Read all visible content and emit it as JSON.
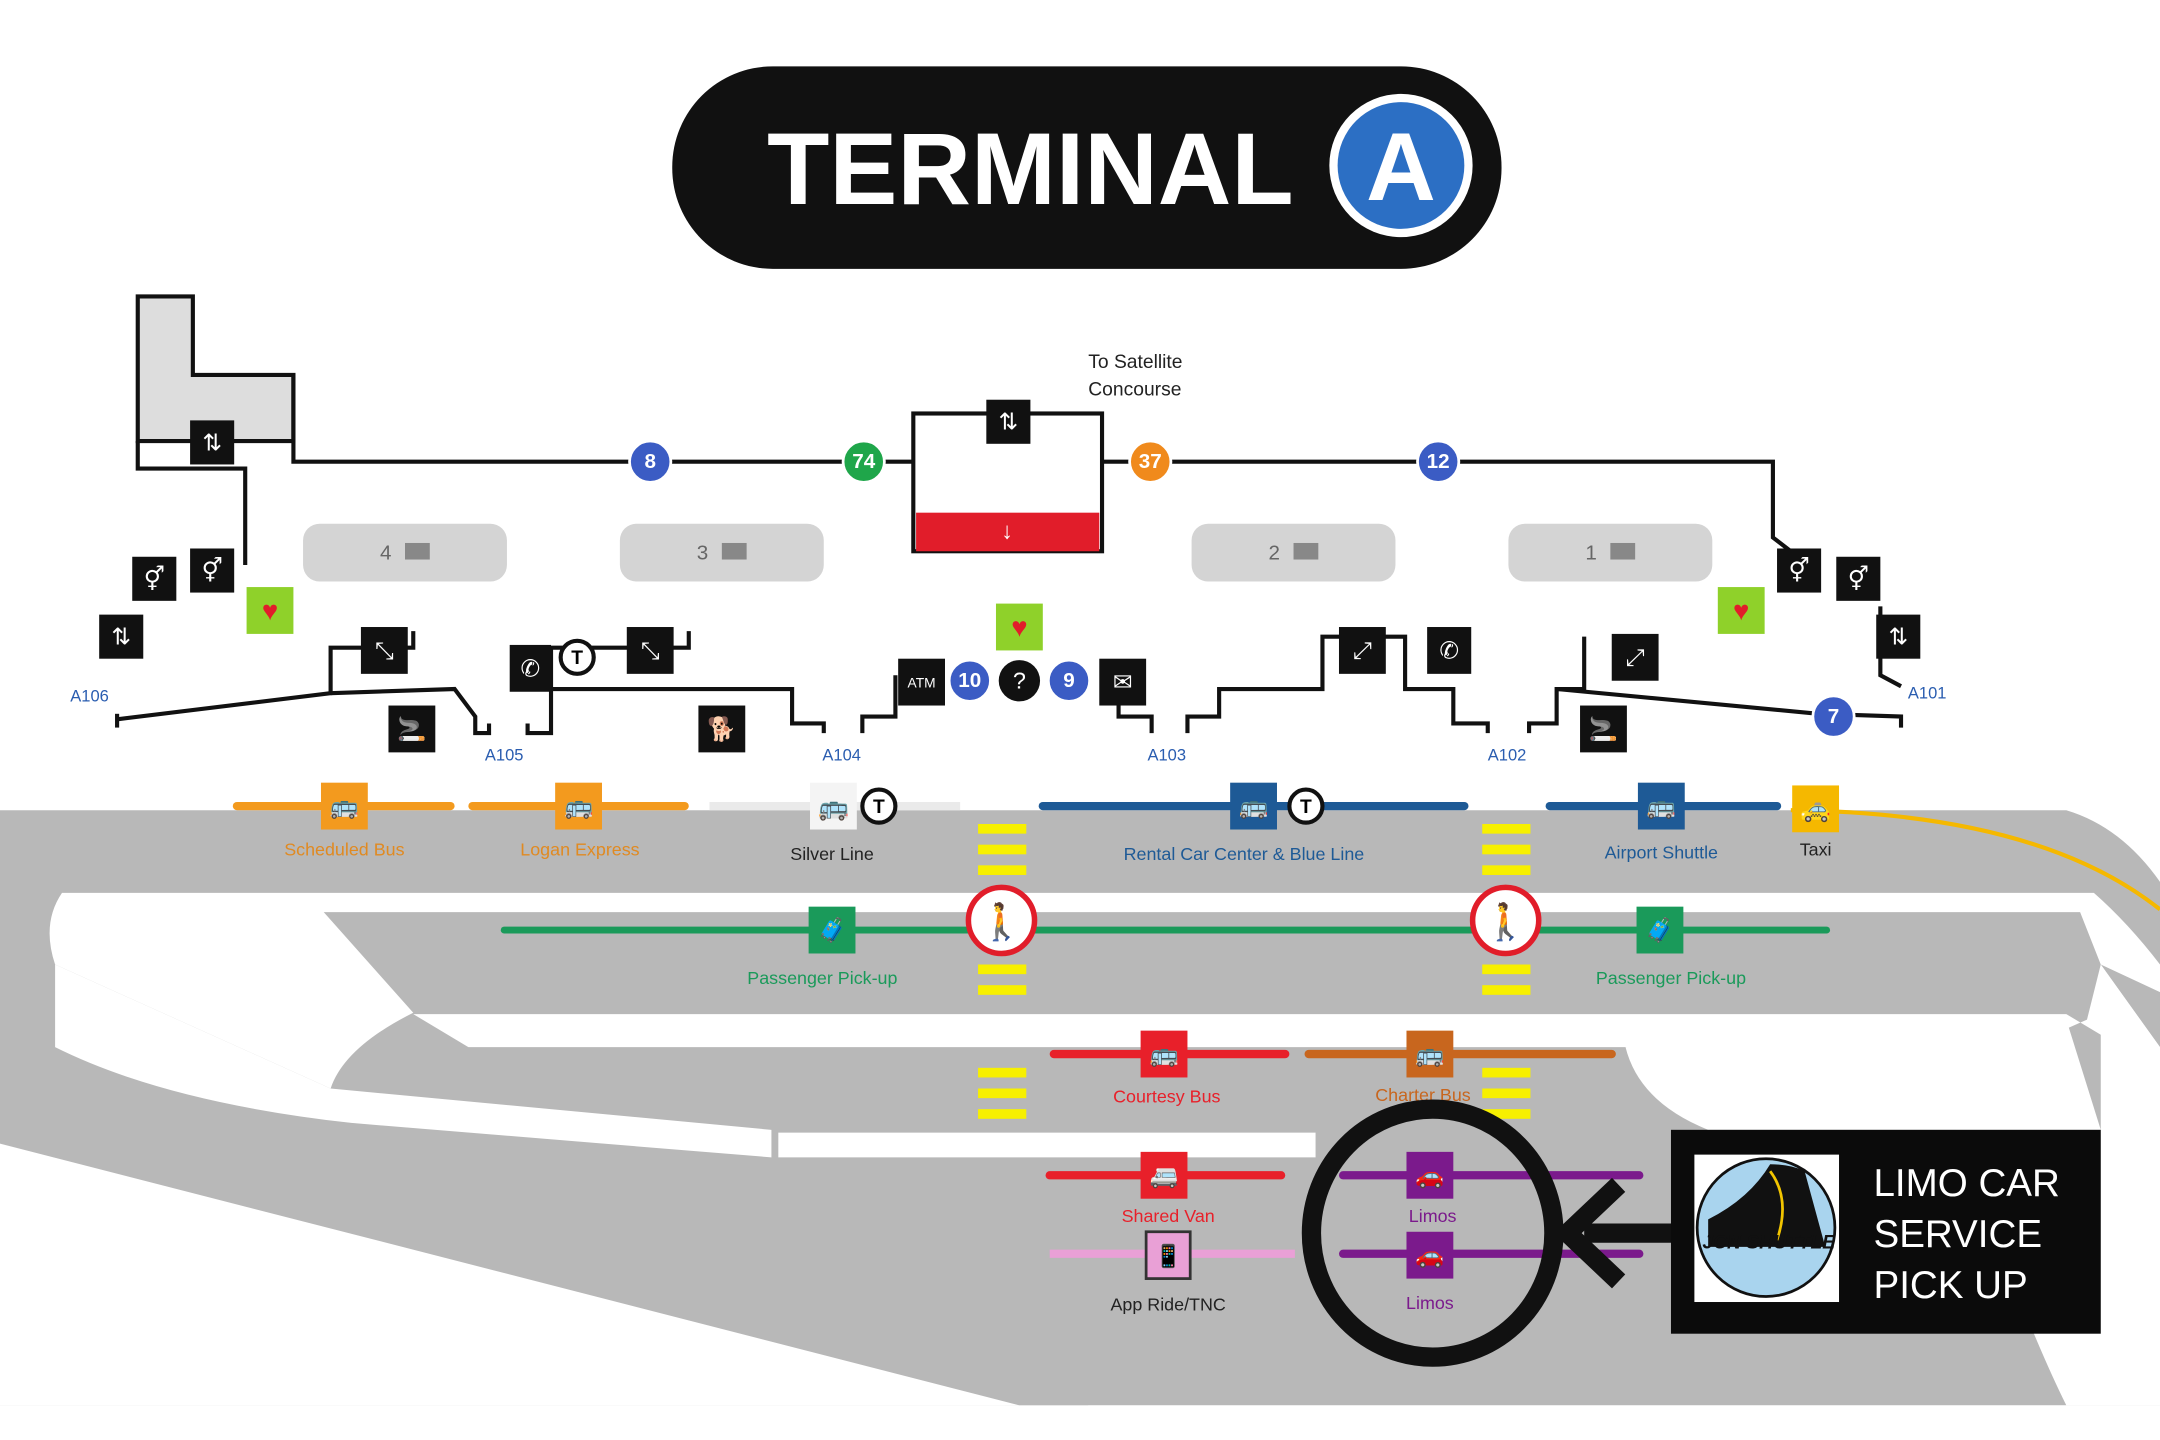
{
  "header": {
    "title": "TERMINAL",
    "letter": "A"
  },
  "concourse_note": {
    "line1": "To Satellite",
    "line2": "Concourse"
  },
  "gate_markers": [
    {
      "label": "8",
      "color": "#3b5cc4"
    },
    {
      "label": "74",
      "color": "#1fa64a"
    },
    {
      "label": "37",
      "color": "#f08a1c"
    },
    {
      "label": "12",
      "color": "#3b5cc4"
    },
    {
      "label": "10",
      "color": "#3b5cc4"
    },
    {
      "label": "9",
      "color": "#3b5cc4"
    },
    {
      "label": "7",
      "color": "#3b5cc4"
    }
  ],
  "baggage_claims": [
    "4",
    "3",
    "2",
    "1"
  ],
  "doors": [
    "A106",
    "A105",
    "A104",
    "A103",
    "A102",
    "A101"
  ],
  "curb_stops": {
    "scheduled_bus": "Scheduled Bus",
    "logan_express": "Logan Express",
    "silver_line": "Silver Line",
    "rental_car": "Rental Car Center & Blue Line",
    "airport_shuttle": "Airport Shuttle",
    "taxi": "Taxi",
    "pickup_left": "Passenger Pick-up",
    "pickup_right": "Passenger Pick-up",
    "courtesy_bus": "Courtesy Bus",
    "charter_bus": "Charter Bus",
    "shared_van": "Shared Van",
    "app_ride": "App Ride/TNC",
    "limos_1": "Limos",
    "limos_2": "Limos"
  },
  "callout": {
    "line1": "LIMO CAR",
    "line2": "SERVICE",
    "line3": "PICK UP",
    "logo_text": "JCN SHUTTLE"
  },
  "colors": {
    "orange": "#f39a1e",
    "blue": "#1e5a96",
    "green": "#1a9a5a",
    "red": "#e8202a",
    "brown": "#c8661e",
    "purple": "#7b1a8c",
    "pink": "#e9a0d6",
    "road": "#b8b8b8",
    "taxi": "#f5b800"
  }
}
